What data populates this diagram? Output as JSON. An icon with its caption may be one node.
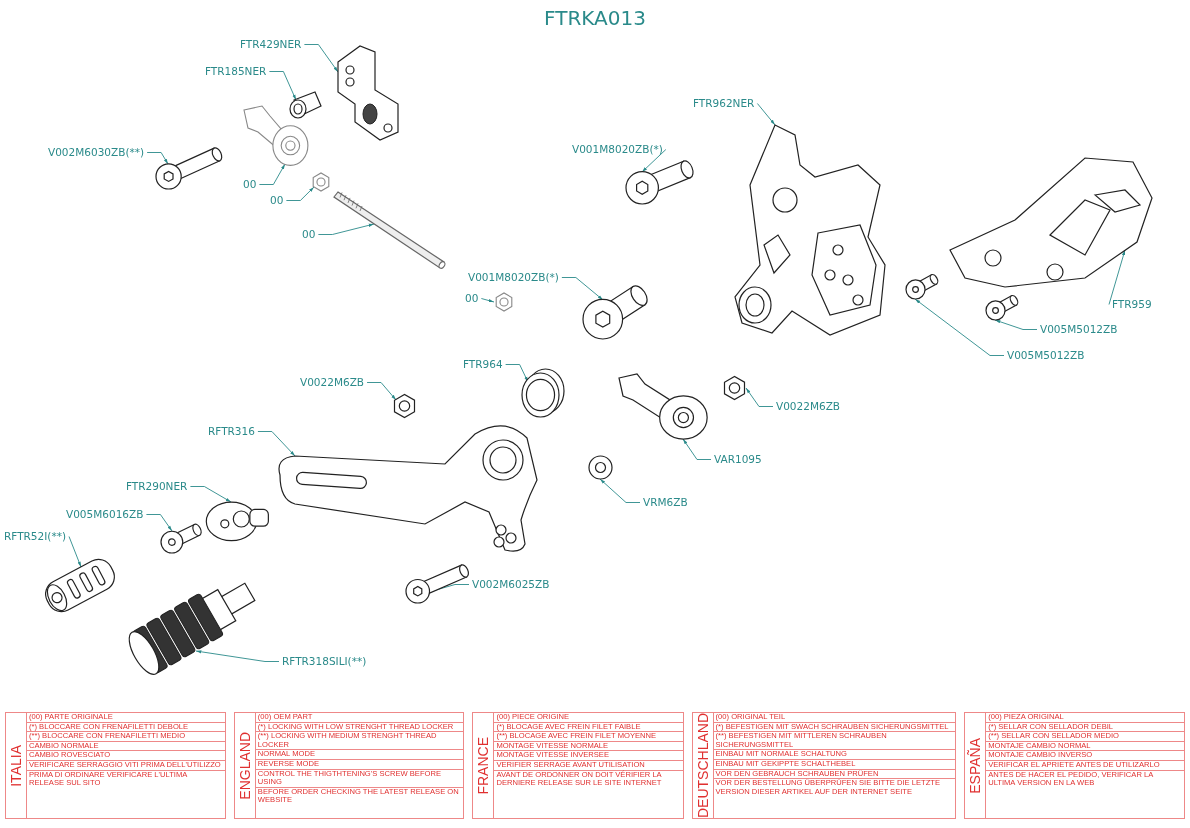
{
  "diagram": {
    "title": "FTRKA013",
    "nodes": [
      {
        "text": [
          "FTR429NER"
        ]
      },
      {
        "text": [],
        "shape": "picture"
      },
      {
        "text": [
          "FTR185NER"
        ]
      },
      {
        "text": [],
        "shape": "picture"
      },
      {
        "text": [
          "V002M6030ZB(**)"
        ]
      },
      {
        "text": [],
        "shape": "picture"
      },
      {
        "text": [
          "00"
        ]
      },
      {
        "text": [],
        "shape": "picture"
      },
      {
        "text": [
          "00"
        ]
      },
      {
        "text": [],
        "shape": "picture"
      },
      {
        "text": [
          "00"
        ]
      },
      {
        "text": [],
        "shape": "picture"
      },
      {
        "text": [
          "00"
        ]
      },
      {
        "text": [],
        "shape": "picture"
      },
      {
        "text": [
          "FTR962NER"
        ]
      },
      {
        "text": [],
        "shape": "picture"
      },
      {
        "text": [
          "V001M8020ZB(*)"
        ]
      },
      {
        "text": [],
        "shape": "picture"
      },
      {
        "text": [
          "V001M8020ZB(*)"
        ]
      },
      {
        "text": [],
        "shape": "picture"
      },
      {
        "text": [
          "FTR959"
        ]
      },
      {
        "text": [],
        "shape": "picture"
      },
      {
        "text": [
          "V005M5012ZB"
        ]
      },
      {
        "text": [],
        "shape": "picture"
      },
      {
        "text": [
          "V005M5012ZB"
        ]
      },
      {
        "text": [],
        "shape": "picture"
      },
      {
        "text": [
          "FTR964"
        ]
      },
      {
        "text": [],
        "shape": "picture"
      },
      {
        "text": [
          "V0022M6ZB"
        ]
      },
      {
        "text": [],
        "shape": "picture"
      },
      {
        "text": [
          "RFTR316"
        ]
      },
      {
        "text": [],
        "shape": "picture"
      },
      {
        "text": [
          "V0022M6ZB"
        ]
      },
      {
        "text": [],
        "shape": "picture"
      },
      {
        "text": [
          "VAR1095"
        ]
      },
      {
        "text": [],
        "shape": "picture"
      },
      {
        "text": [
          "FTR290NER"
        ]
      },
      {
        "text": [],
        "shape": "picture"
      },
      {
        "text": [
          "VRM6ZB"
        ]
      },
      {
        "text": [],
        "shape": "picture"
      },
      {
        "text": [
          "V005M6016ZB"
        ]
      },
      {
        "text": [],
        "shape": "picture"
      },
      {
        "text": [
          "RFTR52I(**)"
        ]
      },
      {
        "text": [],
        "shape": "picture"
      },
      {
        "text": [
          "V002M6025ZB"
        ]
      },
      {
        "text": [],
        "shape": "picture"
      },
      {
        "text": [
          "RFTR318SILI(**)"
        ]
      },
      {
        "text": [],
        "shape": "picture"
      }
    ],
    "edges": [
      {
        "from": 0,
        "to": 1,
        "arrow": "to"
      },
      {
        "from": 2,
        "to": 3,
        "arrow": "to"
      },
      {
        "from": 4,
        "to": 5,
        "arrow": "to"
      },
      {
        "from": 6,
        "to": 7,
        "arrow": "to"
      },
      {
        "from": 8,
        "to": 9,
        "arrow": "to"
      },
      {
        "from": 10,
        "to": 11,
        "arrow": "to"
      },
      {
        "from": 12,
        "to": 13,
        "arrow": "to"
      },
      {
        "from": 14,
        "to": 15,
        "arrow": "to"
      },
      {
        "from": 16,
        "to": 17,
        "arrow": "to"
      },
      {
        "from": 18,
        "to": 19,
        "arrow": "to"
      },
      {
        "from": 20,
        "to": 21,
        "arrow": "to"
      },
      {
        "from": 22,
        "to": 23,
        "arrow": "to"
      },
      {
        "from": 24,
        "to": 25,
        "arrow": "to"
      },
      {
        "from": 26,
        "to": 27,
        "arrow": "to"
      },
      {
        "from": 28,
        "to": 29,
        "arrow": "to"
      },
      {
        "from": 30,
        "to": 31,
        "arrow": "to"
      },
      {
        "from": 32,
        "to": 33,
        "arrow": "to"
      },
      {
        "from": 34,
        "to": 35,
        "arrow": "to"
      },
      {
        "from": 36,
        "to": 37,
        "arrow": "to"
      },
      {
        "from": 38,
        "to": 39,
        "arrow": "to"
      },
      {
        "from": 40,
        "to": 41,
        "arrow": "to"
      },
      {
        "from": 42,
        "to": 43,
        "arrow": "to"
      },
      {
        "from": 44,
        "to": 45,
        "arrow": "to"
      },
      {
        "from": 46,
        "to": 47,
        "arrow": "to"
      }
    ],
    "labels": [
      "ITALIA",
      "(00) PARTE ORIGINALE",
      "(*) BLOCCARE CON FRENAFILETTI DEBOLE",
      "(**) BLOCCARE CON FRENAFILETTI MEDIO",
      "CAMBIO NORMALE",
      "CAMBIO ROVESCIATO",
      "VERIFICARE SERRAGGIO VITI PRIMA DELL'UTILIZZO",
      "PRIMA DI ORDINARE VERIFICARE L'ULTIMA RELEASE SUL SITO",
      "ENGLAND",
      "(00) OEM PART",
      "(*) LOCKING WITH LOW STRENGHT THREAD LOCKER",
      "(**) LOCKING WITH MEDIUM STRENGHT THREAD LOCKER",
      "NORMAL MODE",
      "REVERSE MODE",
      "CONTROL THE THIGTHTENING'S SCREW BEFORE USING",
      "BEFORE ORDER CHECKING THE LATEST RELEASE ON WEBSITE",
      "FRANCE",
      "(00) PIECE ORIGINE",
      "(*) BLOCAGE AVEC FREIN FILET FAIBLE",
      "(**) BLOCAGE AVEC FREIN FILET MOYENNE",
      "MONTAGE VITESSE NORMALE",
      "MONTAGE VITESSE INVERSEE",
      "VERIFIER SERRAGE AVANT UTILISATION",
      "AVANT DE ORDONNER ON DOIT VÉRIFIER LA DERNIERE RELEASE SUR LE SITE INTERNET",
      "DEUTSCHLAND",
      "(00) ORIGINAL TEIL",
      "(*) BEFESTIGEN MIT SWACH SCHRAUBEN SICHERUNGSMITTEL",
      "(**) BEFESTIGEN MIT MITTLEREN SCHRAUBEN SICHERUNGSMITTEL",
      "EINBAU MIT NORMALE SCHALTUNG",
      "EINBAU MIT GEKIPPTE SCHALTHEBEL",
      "VOR DEN GEBRAUCH SCHRAUBEN PRÜFEN",
      "VOR DER BESTELLUNG ÜBERPRÜFEN SIE BITTE DIE LETZTE VERSION DIESER ARTIKEL AUF DER INTERNET SEITE",
      "ESPAÑA",
      "(00) PIEZA ORIGINAL",
      "(*) SELLAR CON SELLADOR DEBIL",
      "(**) SELLAR CON SELLADOR MEDIO",
      "MONTAJE CAMBIO NORMAL",
      "MONTAJE CAMBIO INVERSO",
      "VERIFICAR EL APRIETE ANTES DE UTILIZARLO",
      "ANTES DE HACER EL PEDIDO, VERIFICAR LA ULTIMA VERSION EN LA WEB"
    ]
  }
}
